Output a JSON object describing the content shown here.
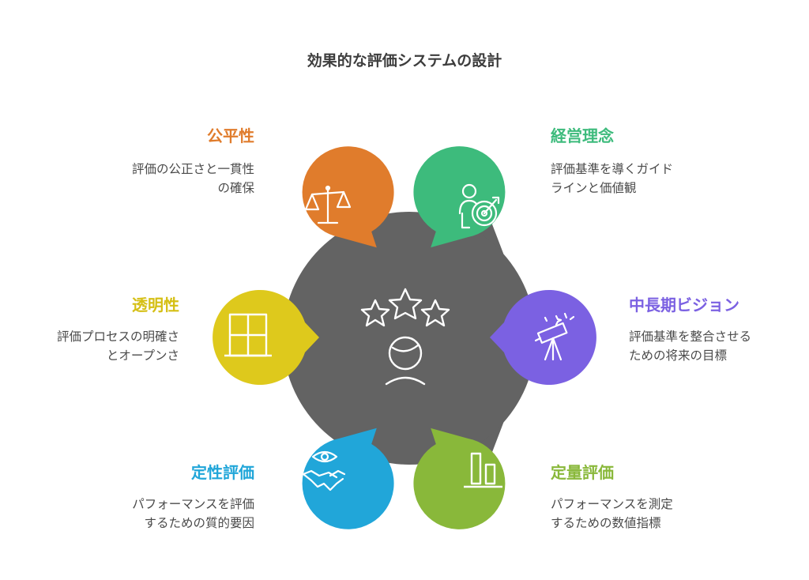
{
  "title": "効果的な評価システムの設計",
  "center": {
    "icon": "stars-and-person-icon",
    "color": "#636363"
  },
  "nodes": [
    {
      "id": "fairness",
      "label": "公平性",
      "desc": [
        "評価の公正さと一貫性",
        "の確保"
      ],
      "color": "#e07c2c",
      "icon": "scales-icon"
    },
    {
      "id": "philosophy",
      "label": "経営理念",
      "desc": [
        "評価基準を導くガイド",
        "ラインと価値観"
      ],
      "color": "#3dbb7c",
      "icon": "person-target-icon"
    },
    {
      "id": "transparency",
      "label": "透明性",
      "desc": [
        "評価プロセスの明確さ",
        "とオープンさ"
      ],
      "color": "#dec91c",
      "icon": "window-icon"
    },
    {
      "id": "vision",
      "label": "中長期ビジョン",
      "desc": [
        "評価基準を整合させる",
        "ための将来の目標"
      ],
      "color": "#7b61e2",
      "icon": "telescope-icon"
    },
    {
      "id": "qualitative",
      "label": "定性評価",
      "desc": [
        "パフォーマンスを評価",
        "するための質的要因"
      ],
      "color": "#21a6d9",
      "icon": "handshake-eye-icon"
    },
    {
      "id": "quantitative",
      "label": "定量評価",
      "desc": [
        "パフォーマンスを測定",
        "するための数値指標"
      ],
      "color": "#89b83a",
      "icon": "bar-chart-icon"
    }
  ]
}
